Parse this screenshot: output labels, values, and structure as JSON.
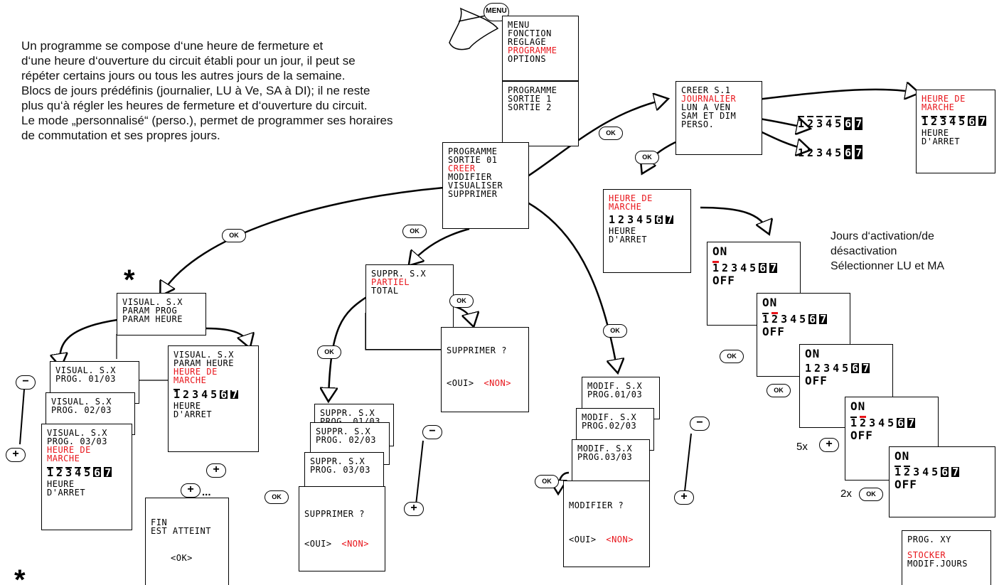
{
  "intro": {
    "lines": [
      "Un programme se compose d‘une heure de fermeture et",
      "d‘une heure d‘ouverture du circuit établi pour un jour, il peut se",
      "répéter certains jours ou tous les autres jours de la semaine.",
      "Blocs de jours prédéfinis (journalier, LU à Ve, SA à DI); il ne reste",
      "plus qu‘à régler les heures de fermeture et d‘ouverture du circuit.",
      "Le mode „personnalisé“ (perso.), permet de programmer ses horaires",
      "de commutation et ses propres jours."
    ]
  },
  "side_text": {
    "lines": [
      "Jours d‘activation/de",
      "désactivation",
      "Sélectionner LU et MA"
    ]
  },
  "buttons": {
    "menu": "MENU",
    "ok": "OK",
    "minus": "−",
    "plus": "+",
    "plus_dots": "..."
  },
  "counts": {
    "five": "5x",
    "two": "2x"
  },
  "star": "*",
  "days": {
    "digits": [
      "1",
      "2",
      "3",
      "4",
      "5"
    ],
    "weekend": [
      "6",
      "7"
    ]
  },
  "screens": {
    "menu": [
      "MENU",
      "FONCTION",
      "REGLAGE",
      "PROGRAMME",
      "OPTIONS"
    ],
    "prog_top": [
      "PROGRAMME",
      " SORTIE 1",
      " SORTIE 2"
    ],
    "prog_main": [
      "PROGRAMME",
      " SORTIE 01",
      " CREER",
      " MODIFIER",
      " VISUALISER",
      " SUPPRIMER"
    ],
    "creer": [
      "CREER S.1",
      " JOURNALIER",
      " LUN A VEN",
      " SAM ET DIM",
      " PERSO."
    ],
    "heure_marche": {
      "l1": "HEURE DE",
      "l2": "MARCHE",
      "l3": "HEURE",
      "l4": "D'ARRET"
    },
    "visual_menu": [
      "VISUAL. S.X",
      " PARAM PROG",
      " PARAM HEURE"
    ],
    "visual_heure": [
      "VISUAL. S.X",
      "PARAM HEURE",
      "HEURE DE",
      "MARCHE",
      "HEURE",
      "D'ARRET"
    ],
    "visual_prog": [
      "VISUAL. S.X",
      "PROG. 01/03",
      "PROG. 02/03",
      "PROG. 03/03"
    ],
    "fin": [
      "FIN",
      "EST ATTEINT",
      "<OK>"
    ],
    "suppr_menu": [
      "SUPPR. S.X",
      " PARTIEL",
      " TOTAL"
    ],
    "suppr_prog": [
      "SUPPR. S.X",
      "PROG. 01/03",
      "PROG. 02/03",
      "PROG. 03/03"
    ],
    "supprimer_q": [
      "SUPPRIMER ?",
      "<OUI>",
      "<NON>"
    ],
    "modif_prog": [
      "MODIF. S.X",
      "PROG.01/03",
      "PROG.02/03",
      "PROG.03/03"
    ],
    "modifier_q": [
      "MODIFIER ?",
      "<OUI>",
      "<NON>"
    ],
    "on_off": {
      "on": "ON",
      "off": "OFF"
    },
    "prog_xy": [
      "PROG. XY",
      "STOCKER",
      "MODIF.JOURS"
    ]
  },
  "colors": {
    "accent_red": "#e8151b",
    "arrow_gray": "#888888"
  }
}
